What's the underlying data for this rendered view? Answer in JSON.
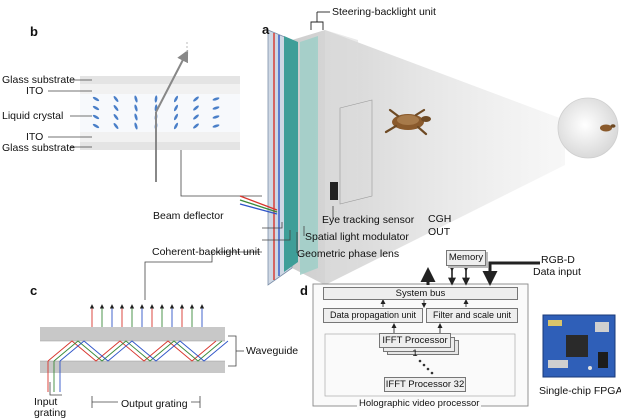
{
  "panels": {
    "a": "a",
    "b": "b",
    "c": "c",
    "d": "d"
  },
  "labels": {
    "steering": "Steering-backlight unit",
    "glass_top": "Glass substrate",
    "ito_top": "ITO",
    "liquid_crystal": "Liquid crystal",
    "ito_bottom": "ITO",
    "glass_bottom": "Glass substrate",
    "beam_deflector": "Beam deflector",
    "coherent_backlight": "Coherent-backlight unit",
    "eye_tracking": "Eye tracking sensor",
    "slm": "Spatial light modulator",
    "gp_lens": "Geometric phase lens",
    "cgh_out_1": "CGH",
    "cgh_out_2": "OUT",
    "rgbd_1": "RGB-D",
    "rgbd_2": "Data input",
    "waveguide": "Waveguide",
    "input_grating_1": "Input",
    "input_grating_2": "grating",
    "output_grating": "Output grating",
    "fpga": "Single-chip FPGA"
  },
  "processor": {
    "memory": "Memory",
    "system_bus": "System bus",
    "data_propagation": "Data propagation unit",
    "filter_scale": "Filter and scale unit",
    "ifft1": "IFFT Processor 1",
    "ifft32": "IFFT Processor 32",
    "caption": "Holographic video processor"
  },
  "colors": {
    "red": "#d8342c",
    "green": "#3a8a3a",
    "blue": "#2f55c8",
    "panel_teal": "#3f9e98",
    "arrow": "#222222"
  }
}
